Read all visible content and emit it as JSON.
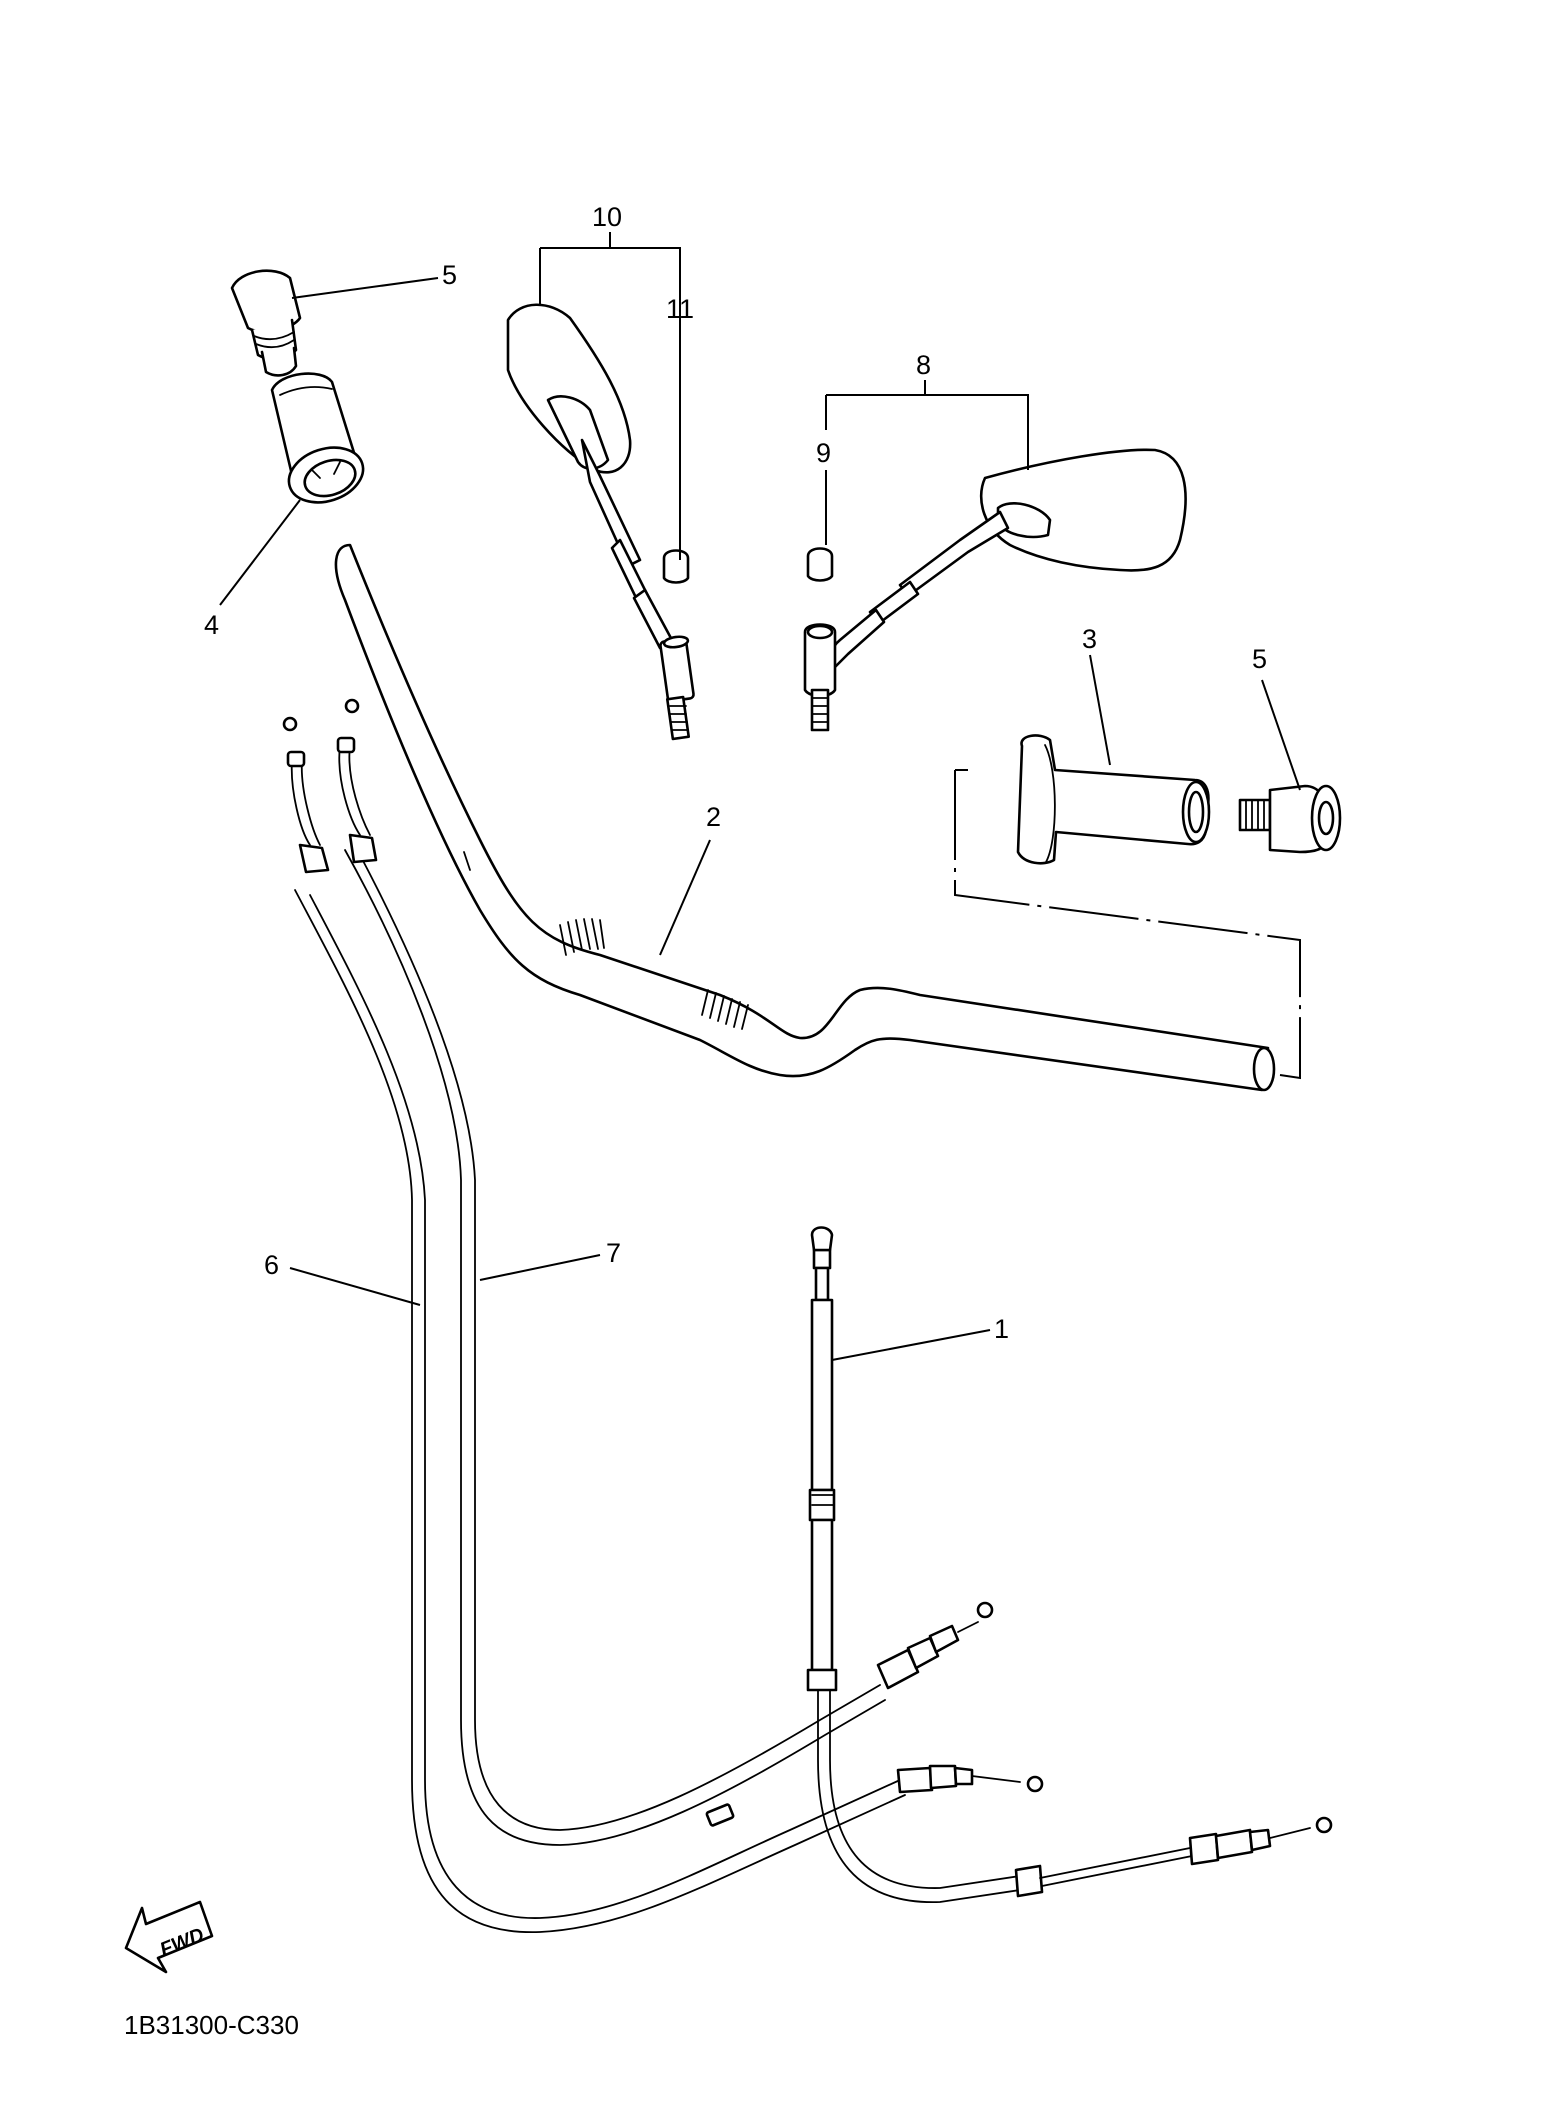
{
  "callouts": [
    {
      "id": "c1",
      "label": "1"
    },
    {
      "id": "c2",
      "label": "2"
    },
    {
      "id": "c3",
      "label": "3"
    },
    {
      "id": "c4",
      "label": "4"
    },
    {
      "id": "c5a",
      "label": "5"
    },
    {
      "id": "c5b",
      "label": "5"
    },
    {
      "id": "c6",
      "label": "6"
    },
    {
      "id": "c7",
      "label": "7"
    },
    {
      "id": "c8",
      "label": "8"
    },
    {
      "id": "c9",
      "label": "9"
    },
    {
      "id": "c10",
      "label": "10"
    },
    {
      "id": "c11",
      "label": "11"
    }
  ],
  "fwd_label": "FWD",
  "diagram_code": "1B31300-C330",
  "colors": {
    "line": "#000000",
    "background": "#ffffff"
  }
}
